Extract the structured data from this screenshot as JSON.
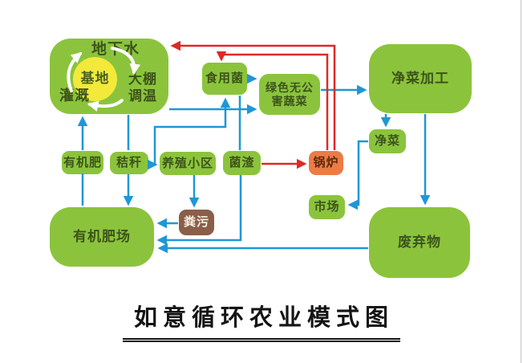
{
  "title": {
    "text": "如意循环农业模式图"
  },
  "colors": {
    "green": "#8bc43c",
    "yellow": "#f3e93a",
    "orange": "#ec7b45",
    "brown": "#8a5f4a",
    "blue": "#1f97d5",
    "red": "#dd2a26",
    "ink": "#3d531b",
    "title_ink": "#141414",
    "paper": "#ffffff"
  },
  "diagram": {
    "base_cycle": {
      "groundwater": "地下水",
      "base": "基地",
      "greenhouse": "大棚\n调温",
      "irrigation": "灌溉"
    },
    "nodes": {
      "edible_fungi": "食用菌",
      "green_vegetables": "绿色无公\n害蔬菜",
      "clean_veg_processing": "净菜加工",
      "clean_vegetables": "净菜",
      "organic_fertilizer": "有机肥",
      "straw": "秸秆",
      "breeding_area": "养殖小区",
      "fungi_residue": "菌渣",
      "boiler": "锅炉",
      "market": "市场",
      "manure": "粪污",
      "organic_fertilizer_plant": "有机肥场",
      "waste": "废弃物"
    },
    "edges": [
      {
        "from": "organic_fertilizer",
        "to": "base_cycle",
        "color": "blue"
      },
      {
        "from": "organic_fertilizer_plant",
        "to": "organic_fertilizer",
        "color": "blue"
      },
      {
        "from": "base_cycle",
        "to": "straw",
        "color": "blue"
      },
      {
        "from": "straw",
        "to": "organic_fertilizer_plant",
        "color": "blue"
      },
      {
        "from": "straw",
        "to": "breeding_area",
        "color": "blue"
      },
      {
        "from": "straw",
        "to": "edible_fungi",
        "color": "blue"
      },
      {
        "from": "base_cycle",
        "to": "green_vegetables",
        "color": "blue"
      },
      {
        "from": "edible_fungi",
        "to": "green_vegetables",
        "color": "blue"
      },
      {
        "from": "edible_fungi",
        "to": "fungi_residue",
        "color": "blue"
      },
      {
        "from": "fungi_residue",
        "to": "organic_fertilizer_plant",
        "color": "blue"
      },
      {
        "from": "manure",
        "to": "organic_fertilizer_plant",
        "color": "blue"
      },
      {
        "from": "breeding_area",
        "to": "manure",
        "color": "blue"
      },
      {
        "from": "green_vegetables",
        "to": "clean_veg_processing",
        "color": "blue"
      },
      {
        "from": "clean_veg_processing",
        "to": "clean_vegetables",
        "color": "blue"
      },
      {
        "from": "clean_vegetables",
        "to": "market",
        "color": "blue"
      },
      {
        "from": "clean_veg_processing",
        "to": "waste",
        "color": "blue"
      },
      {
        "from": "waste",
        "to": "organic_fertilizer_plant",
        "color": "blue"
      },
      {
        "from": "fungi_residue",
        "to": "boiler",
        "color": "red"
      },
      {
        "from": "boiler",
        "to": "edible_fungi",
        "color": "red"
      },
      {
        "from": "boiler",
        "to": "base_cycle",
        "color": "red"
      },
      {
        "cycle": [
          "groundwater",
          "greenhouse",
          "irrigation"
        ],
        "color": "white"
      }
    ]
  }
}
